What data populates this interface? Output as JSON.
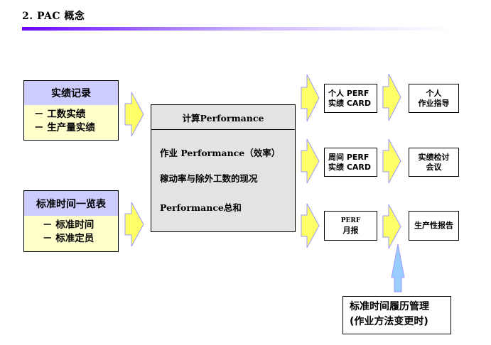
{
  "title": "2. PAC 概念",
  "colors": {
    "header_fill": "#ccccff",
    "body_fill": "#ffffcc",
    "calc_fill": "#e3e3e3",
    "arrow_yellow": "#ffff66",
    "arrow_yellow_edge": "#9999ff",
    "arrow_blue": "#99ccff",
    "title_bar_start": "#6a00ff"
  },
  "inputs": [
    {
      "header": "实绩记录",
      "items": [
        "－ 工数实绩",
        "－ 生产量实绩"
      ]
    },
    {
      "header": "标准时间一览表",
      "items": [
        "－ 标准时间",
        "－ 标准定员"
      ]
    }
  ],
  "calc": {
    "header": "计算Performance",
    "lines": [
      "作业 Performance（效率）",
      "稼动率与除外工数的现况",
      "Performance总和"
    ]
  },
  "outputs": [
    {
      "report": [
        "个人 PERF",
        "实绩 CARD"
      ],
      "action": [
        "个人",
        "作业指导"
      ]
    },
    {
      "report": [
        "周间 PERF",
        "实绩 CARD"
      ],
      "action": [
        "实绩检讨",
        "会议"
      ]
    },
    {
      "report": [
        "PERF",
        "月报"
      ],
      "action": [
        "生产性报告"
      ]
    }
  ],
  "note": {
    "lines": [
      "标准时间履历管理",
      "(作业方法变更时)"
    ]
  },
  "icons": {
    "flow_arrow": "right-arrow",
    "feedback_arrow": "up-arrow"
  }
}
